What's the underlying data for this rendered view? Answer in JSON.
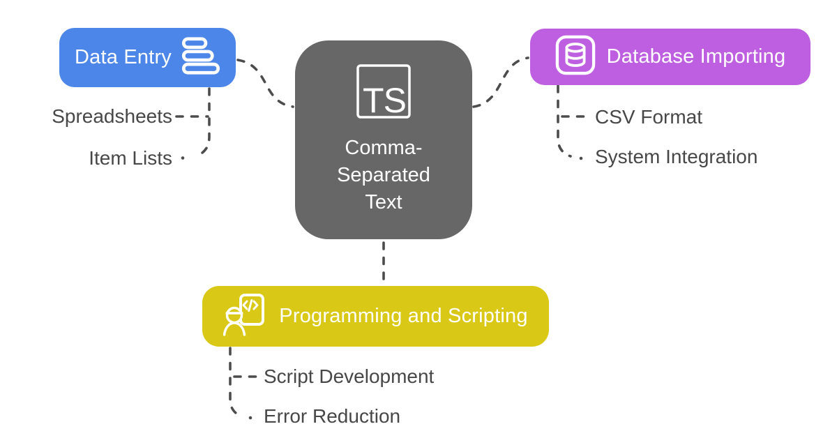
{
  "palette": {
    "blue": "#4c86e8",
    "purple": "#bd5fe0",
    "yellow": "#d9c916",
    "center_gray": "#676767",
    "line_gray": "#4c4c4c",
    "text_gray": "#474747",
    "white": "#ffffff"
  },
  "center": {
    "icon_text": "TS",
    "lines": [
      "Comma-",
      "Separated",
      "Text"
    ]
  },
  "branches": [
    {
      "label": "Data Entry",
      "icon": "list-bars-icon",
      "children": [
        "Spreadsheets",
        "Item Lists"
      ]
    },
    {
      "label": "Database Importing",
      "icon": "database-icon",
      "children": [
        "CSV Format",
        "System Integration"
      ]
    },
    {
      "label": "Programming and Scripting",
      "icon": "developer-icon",
      "children": [
        "Script Development",
        "Error Reduction"
      ]
    }
  ]
}
